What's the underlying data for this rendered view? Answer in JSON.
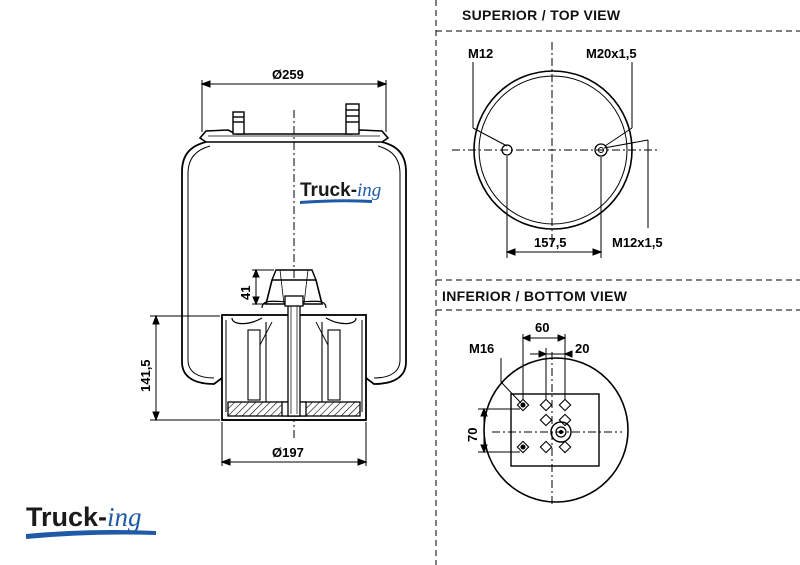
{
  "views": {
    "top_title": "SUPERIOR / TOP VIEW",
    "bottom_title": "INFERIOR / BOTTOM VIEW"
  },
  "dimensions": {
    "top_diameter": "Ø259",
    "bottom_diameter": "Ø197",
    "height": "141,5",
    "piston_height": "41",
    "top_hole_left": "M12",
    "top_hole_right": "M20x1,5",
    "top_hole_spacing": "157,5",
    "top_hole_lower": "M12x1,5",
    "bottom_stud": "M16",
    "bottom_spacing_a": "60",
    "bottom_spacing_b": "20",
    "bottom_spacing_c": "70"
  },
  "brand": {
    "name_main": "Truck-",
    "name_italic": "ing",
    "accent_color": "#1f5aa8",
    "text_color": "#1a1a1a"
  }
}
